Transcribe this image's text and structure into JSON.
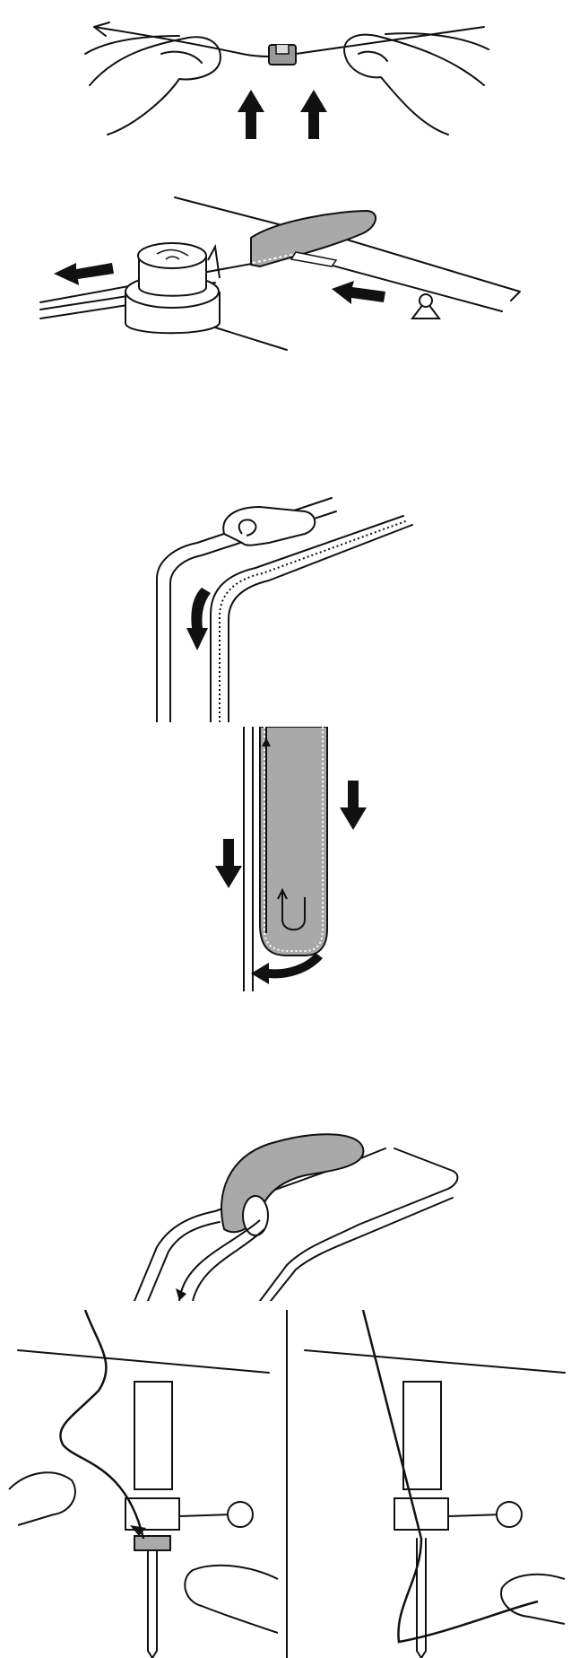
{
  "figure": {
    "steps": [
      {
        "id": "step-1",
        "subject": "thread-held-in-both-hands-over-guide"
      },
      {
        "id": "step-2",
        "subject": "thread-pulled-under-tension-disc"
      },
      {
        "id": "step-3",
        "subject": "thread-down-right-channel"
      },
      {
        "id": "step-4",
        "subject": "u-turn-around-take-up-channel"
      },
      {
        "id": "step-5",
        "subject": "thread-into-take-up-lever-eye"
      },
      {
        "id": "step-6a",
        "subject": "thread-through-needle-bar-guide"
      },
      {
        "id": "step-6b",
        "subject": "thread-through-needle-eye"
      }
    ],
    "colors": {
      "ink": "#111111",
      "gray_fill": "#a9a9a9",
      "white": "#ffffff"
    },
    "icons": [
      "arrow-icon",
      "hand-icon",
      "needle-icon",
      "thread-guide-icon",
      "tension-dial-icon",
      "take-up-lever-icon"
    ]
  }
}
